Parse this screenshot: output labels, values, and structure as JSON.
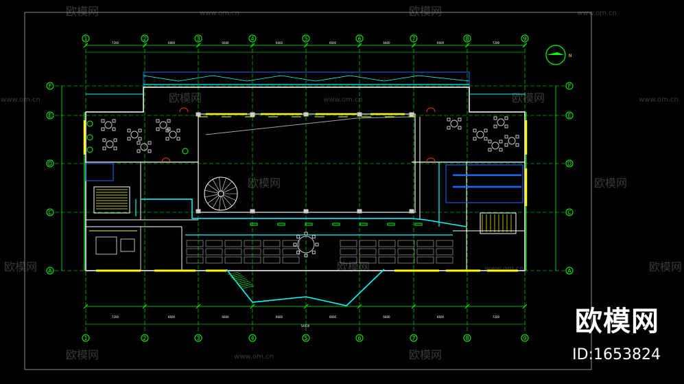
{
  "drawing": {
    "grid_columns": [
      "1",
      "2",
      "3",
      "4",
      "5",
      "6",
      "7",
      "8",
      "9"
    ],
    "grid_rows": [
      "F",
      "E",
      "D",
      "C",
      "A"
    ],
    "top_dims": [
      "7200",
      "6800",
      "6600",
      "6600",
      "6600",
      "6600",
      "6600",
      "7200"
    ],
    "bottom_dims": [
      "7200",
      "6600",
      "6600",
      "6600",
      "6600",
      "6600",
      "6600",
      "7200"
    ],
    "total_dim": "54000",
    "north_label": "N",
    "colors": {
      "grid": "#00ff00",
      "wall": "#ffffff",
      "window": "#ffff00",
      "glass": "#00ffff",
      "door": "#ff3b00",
      "blue": "#1e6bff"
    }
  },
  "watermark": {
    "brand": "欧模网",
    "url": "www.om.cn",
    "id": "ID:1653824"
  }
}
